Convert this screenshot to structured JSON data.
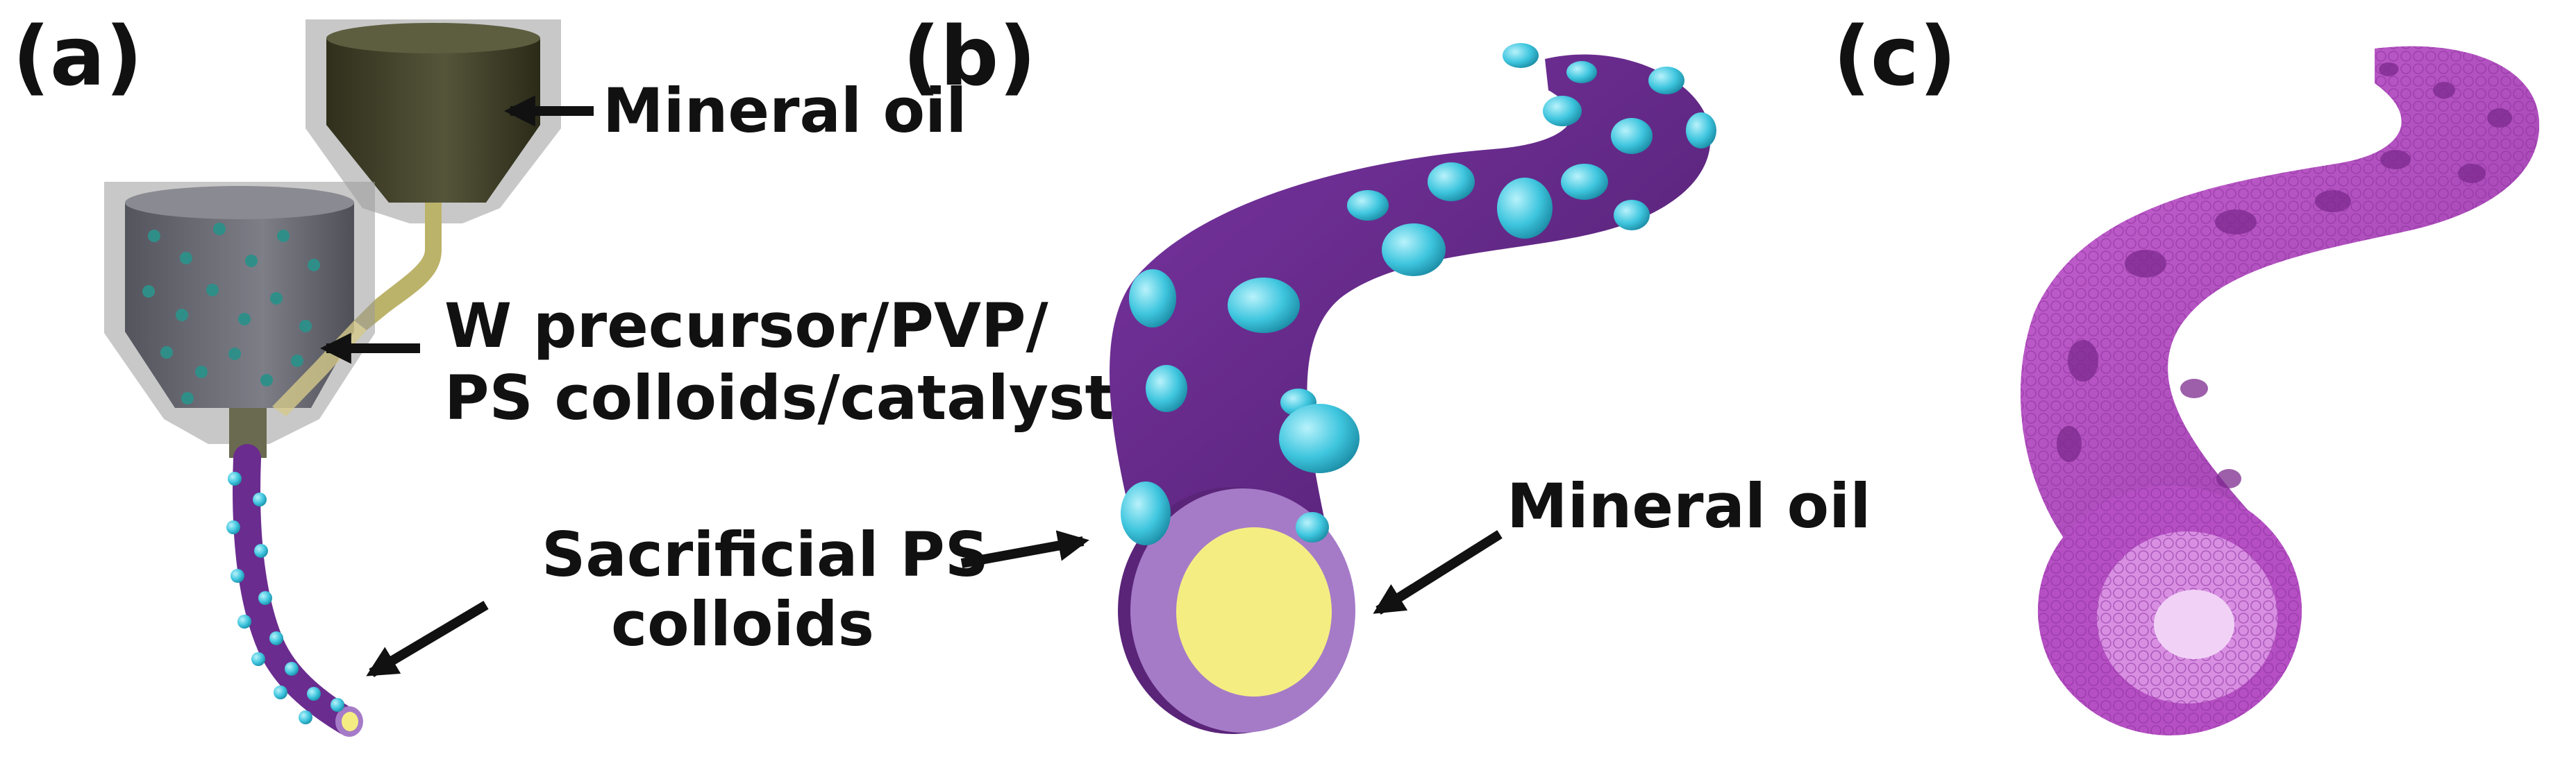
{
  "panels": {
    "a": {
      "label": "(a)"
    },
    "b": {
      "label": "(b)"
    },
    "c": {
      "label": "(c)"
    }
  },
  "annotations": {
    "mineral_oil_a": "Mineral oil",
    "w_precursor_line1": "W precursor/PVP/",
    "w_precursor_line2": "PS colloids/catalyst",
    "sacrificial_line1": "Sacrificial PS",
    "sacrificial_line2": "colloids",
    "mineral_oil_b": "Mineral oil"
  },
  "colors": {
    "outer_fiber": "#6a2c8f",
    "outer_shell_ring": "#a57bc8",
    "core": "#f4ee82",
    "ps_colloid": "#3fc6df",
    "hollow_fiber": "#b54fc3",
    "oil_nozzle": "#4a4a2a",
    "precursor_nozzle": "#6f6f6f",
    "arrow": "#111111"
  }
}
